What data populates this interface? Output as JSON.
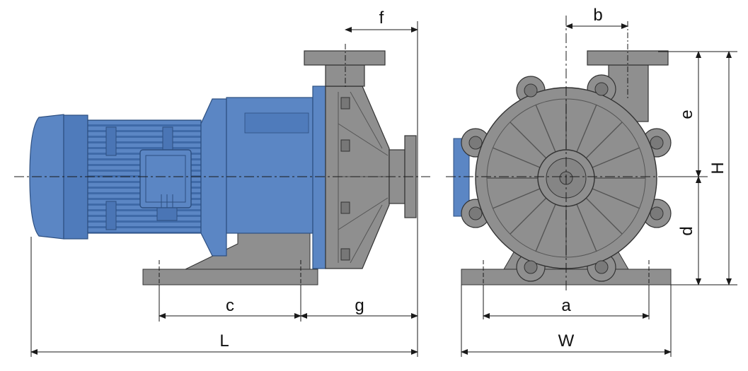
{
  "labels": {
    "f": "f",
    "b": "b",
    "e": "e",
    "H": "H",
    "d": "d",
    "c": "c",
    "g": "g",
    "a": "a",
    "L": "L",
    "W": "W"
  },
  "colors": {
    "motor_blue": "#5b86c4",
    "motor_dark": "#3f6aa8",
    "pump_gray": "#8f8f8f",
    "pump_dark": "#6f6f6f",
    "line": "#1a1a1a"
  }
}
